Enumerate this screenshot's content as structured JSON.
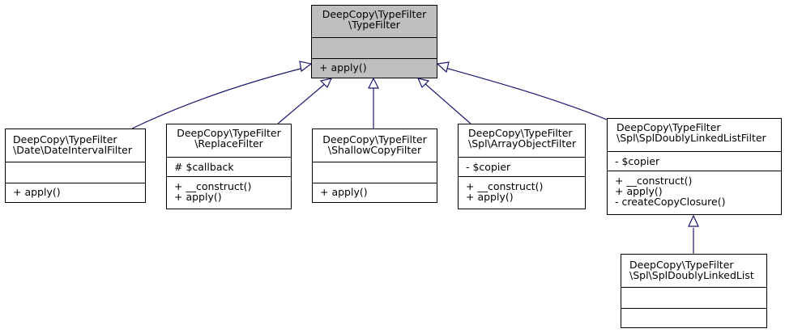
{
  "base": {
    "name_line1": "DeepCopy\\TypeFilter",
    "name_line2": "\\TypeFilter",
    "methods": [
      "+ apply()"
    ]
  },
  "date_interval": {
    "name_line1": "DeepCopy\\TypeFilter",
    "name_line2": "\\Date\\DateIntervalFilter",
    "methods": [
      "+ apply()"
    ]
  },
  "replace": {
    "name_line1": "DeepCopy\\TypeFilter",
    "name_line2": "\\ReplaceFilter",
    "attributes": [
      "# $callback"
    ],
    "methods": [
      "+ __construct()",
      "+ apply()"
    ]
  },
  "shallow": {
    "name_line1": "DeepCopy\\TypeFilter",
    "name_line2": "\\ShallowCopyFilter",
    "methods": [
      "+ apply()"
    ]
  },
  "array_object": {
    "name_line1": "DeepCopy\\TypeFilter",
    "name_line2": "\\Spl\\ArrayObjectFilter",
    "attributes": [
      "- $copier"
    ],
    "methods": [
      "+ __construct()",
      "+ apply()"
    ]
  },
  "dll_filter": {
    "name_line1": "DeepCopy\\TypeFilter",
    "name_line2": "\\Spl\\SplDoublyLinkedListFilter",
    "attributes": [
      "- $copier"
    ],
    "methods": [
      "+ __construct()",
      "+ apply()",
      "- createCopyClosure()"
    ]
  },
  "dll": {
    "name_line1": "DeepCopy\\TypeFilter",
    "name_line2": "\\Spl\\SplDoublyLinkedList"
  },
  "colors": {
    "edge": "#191970",
    "highlight_fill": "#bfbfbf",
    "border": "#000000"
  }
}
